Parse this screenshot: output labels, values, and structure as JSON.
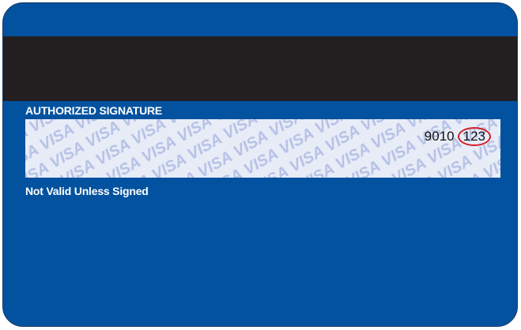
{
  "card": {
    "background_color": "#02529f",
    "stripe_color": "#231f20"
  },
  "signature": {
    "label": "AUTHORIZED SIGNATURE",
    "pattern_text": "VISA",
    "pattern_color": "#b6c2e6",
    "panel_color": "#e8ecf7",
    "card_digits": "9010",
    "cvv": "123",
    "cvv_highlight_color": "#d21f26"
  },
  "notice": "Not Valid Unless Signed"
}
